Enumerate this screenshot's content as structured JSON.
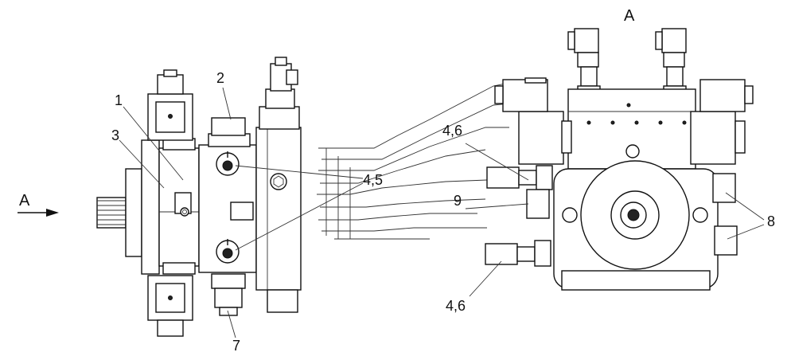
{
  "view_labels": {
    "left_arrow": "A",
    "right_view": "A"
  },
  "callouts": {
    "c1": "1",
    "c2": "2",
    "c3": "3",
    "c45": "4,5",
    "c46_top": "4,6",
    "c46_bottom": "4,6",
    "c7": "7",
    "c8": "8",
    "c9": "9"
  },
  "colors": {
    "line": "#111111",
    "background": "#ffffff"
  }
}
